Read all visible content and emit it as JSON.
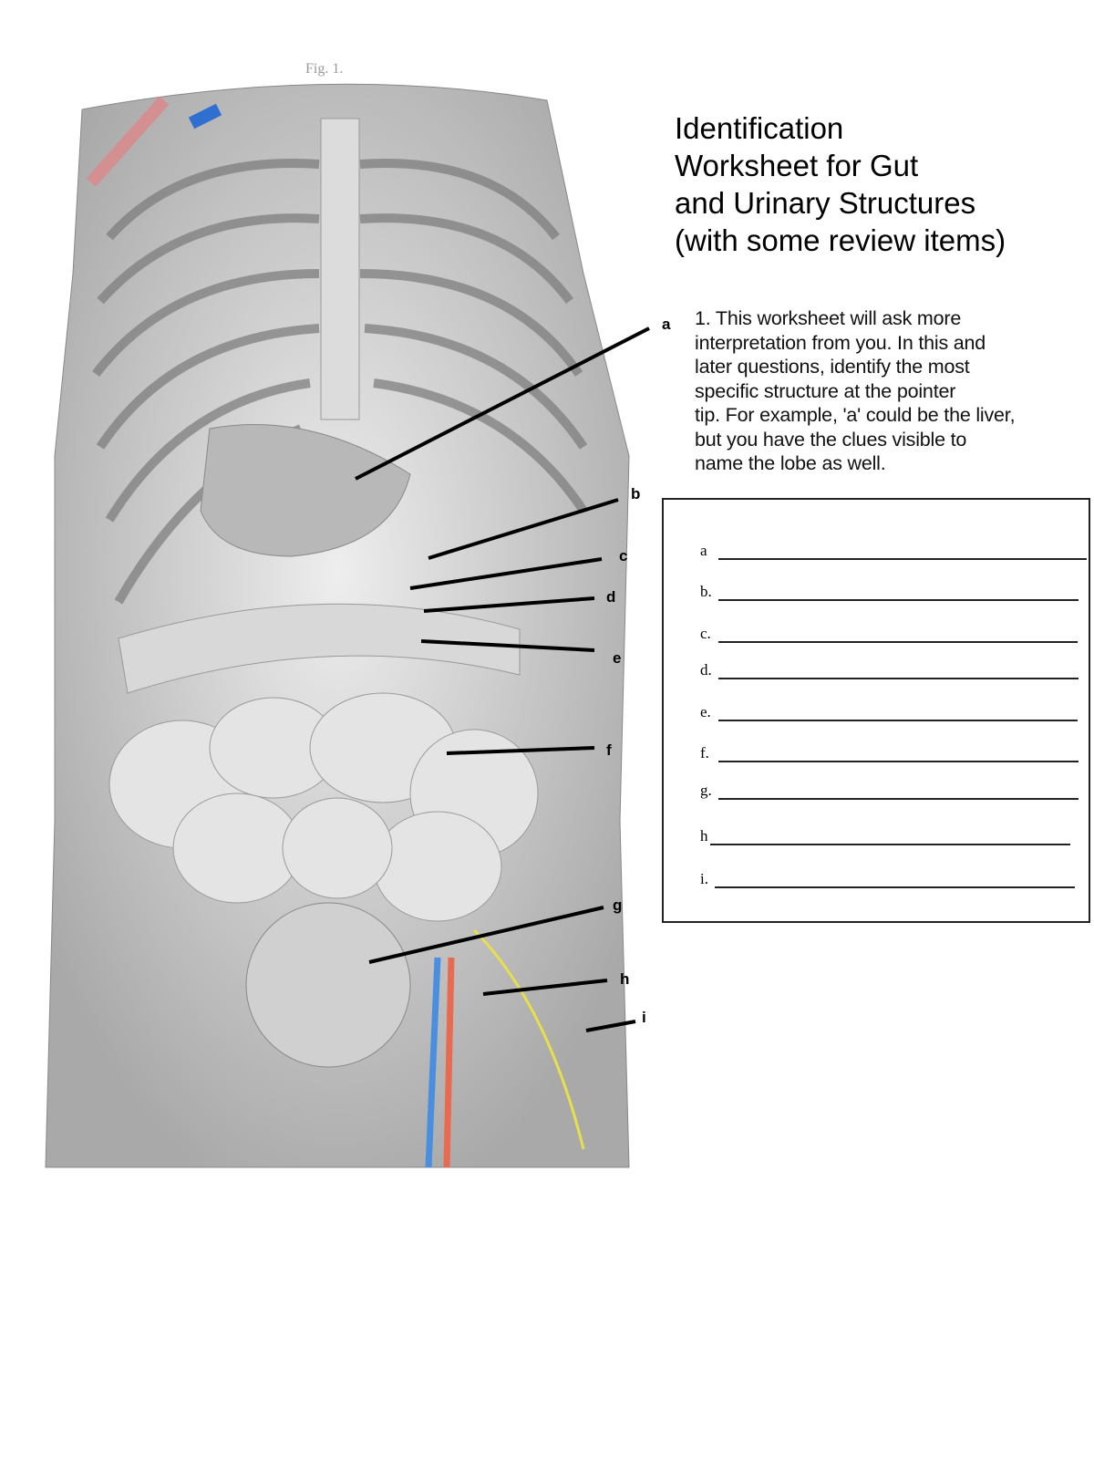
{
  "figure": {
    "caption": "Fig. 1."
  },
  "title": {
    "lines": [
      "Identification",
      "Worksheet for Gut",
      "and Urinary Structures",
      "(with some review items)"
    ]
  },
  "question": {
    "lines": [
      "1.  This worksheet will ask more",
      "interpretation from you.  In this and",
      "later questions, identify the most",
      "specific structure at the pointer",
      "tip.  For example, 'a' could be the liver,",
      "but you have the clues visible to",
      "name the lobe as well."
    ]
  },
  "pointers": [
    "a",
    "b",
    "c",
    "d",
    "e",
    "f",
    "g",
    "h",
    "i"
  ],
  "answers": [
    {
      "label": "a"
    },
    {
      "label": "b."
    },
    {
      "label": "c."
    },
    {
      "label": "d."
    },
    {
      "label": "e."
    },
    {
      "label": "f."
    },
    {
      "label": "g."
    },
    {
      "label": "h"
    },
    {
      "label": "i."
    }
  ]
}
